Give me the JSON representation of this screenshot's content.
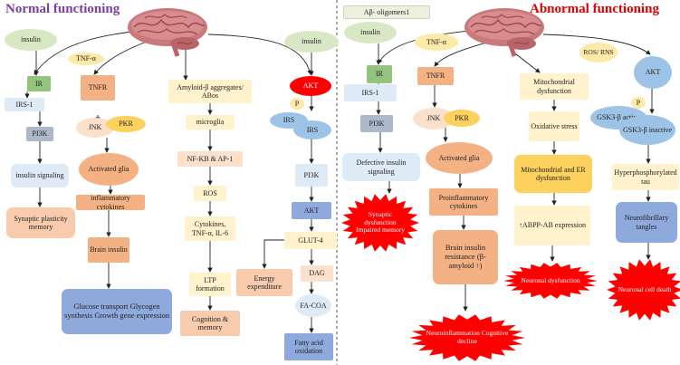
{
  "titles": {
    "left": "Normal functioning",
    "right": "Abnormal functioning"
  },
  "colors": {
    "left_title": "#7b3fa0",
    "right_title": "#e00000",
    "green": "#d8e8c4",
    "bright_green": "#93c47d",
    "orange_box": "#f4b183",
    "light_orange": "#fbe0cc",
    "yellow": "#fde9a8",
    "light_yellow": "#fff2cc",
    "blue": "#9dc3e6",
    "light_blue": "#deebf7",
    "dark_blue_box": "#adb9ca",
    "red": "#ff0000",
    "purple_blue": "#8ea9db",
    "burst": "#ff0000"
  },
  "normal": {
    "insulin_1": "insulin",
    "ir": "IR",
    "irs1": "IRS-1",
    "pi3k": "PI3K",
    "insulin_signaling": "insulin signaling",
    "synaptic": "Synaptic plasticity memory",
    "tnf": "TNF-α",
    "tnfr": "TNFR",
    "jnk": "JNK",
    "pkr": "PKR",
    "activated_glia": "Activated glia",
    "inflammatory": "inflammatory cytokines",
    "brain_insulin": "Brain insulin",
    "glucose": "Glucose transport Glycogen synthesis Growth gene expression",
    "amyloid": "Amyloid-β aggregates/ ABos",
    "microglia": "microglia",
    "nfkb": "NF-KB & AP-1",
    "ros": "ROS",
    "cytokines": "Cytokines, TNF-α, IL-6",
    "ltp": "LTP formation",
    "cognition": "Cognition & memory",
    "insulin_2": "insulin",
    "akt_red": "AKT",
    "p": "P",
    "irs_a": "IRS",
    "irs_b": "IRS",
    "pi3k_2": "PI3K",
    "akt": "AKT",
    "glut4": "GLUT-4",
    "energy": "Energy expenditure",
    "dag": "DAG",
    "facoa": "FA-COA",
    "fatty": "Fatty acid oxidation"
  },
  "abnormal": {
    "ab_oligomers": "Aβ- oligomers1",
    "insulin": "insulin",
    "ir": "IR",
    "irs1": "IRS-1",
    "pi3k": "PI3K",
    "defective": "Defective insulin signaling",
    "burst1": "Synaptic dysfunction Impaired memory",
    "tnf": "TNF-α",
    "tnfr": "TNFR",
    "jnk": "JNK",
    "pkr": "PKR",
    "activated_glia": "Activated glia",
    "proinflammatory": "Proinflammatory cytokines",
    "resistance": "Brain insulin resistance (β-amyloid ↑)",
    "burst2": "Neuroinflammation Cognitive decline",
    "mito_dys": "Mitochondrial dysfunction",
    "ros_rns": "ROS/ RNS",
    "oxidative": "Oxidative stress",
    "mito_er": "Mitochondrial and ER dysfunction",
    "abpp": "↑ABPP-AB expression",
    "burst3": "Neuronal dysfunction",
    "akt": "AKT",
    "p": "P",
    "gsk_active": "GSK3-β active",
    "gsk_inactive": "GSK3-β inactive",
    "hyper": "Hyperphosphorylated tau",
    "tangles": "Neurofibrillary tangles",
    "burst4": "Neuronal cell death"
  }
}
